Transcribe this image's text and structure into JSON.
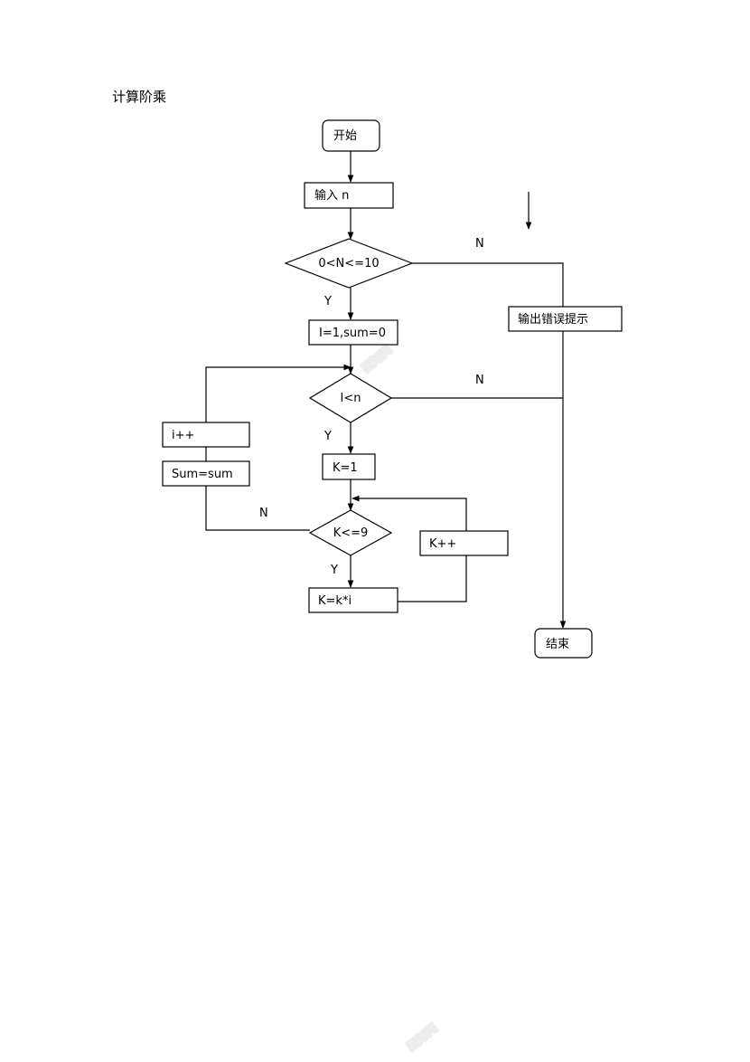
{
  "title": "计算阶乘",
  "nodes": {
    "start": "开始",
    "input": "输入 n",
    "check_range": "0<N<=10",
    "init": "I=1,sum=0",
    "loop_i": "I<n",
    "init_k": "K=1",
    "loop_k": "K<=9",
    "multiply": "K=k*i",
    "k_inc": "K++",
    "i_inc": "i++",
    "sum_assign": "Sum=sum",
    "error": "输出错误提示",
    "end": "结束"
  },
  "labels": {
    "range_no": "N",
    "range_yes": "Y",
    "i_no": "N",
    "i_yes": "Y",
    "k_no": "N",
    "k_yes": "Y"
  },
  "watermark": "图知网"
}
